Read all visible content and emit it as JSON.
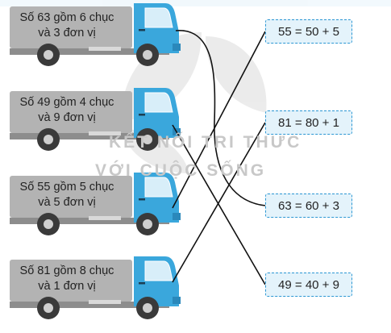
{
  "watermark": {
    "line1": "KẾT NỐI TRI THỨC",
    "line2": "VỚI CUỘC SỐNG"
  },
  "trucks": [
    {
      "line1": "Số 63 gồm 6 chục",
      "line2": "và 3 đơn vị"
    },
    {
      "line1": "Số 49 gồm 4 chục",
      "line2": "và 9 đơn vị"
    },
    {
      "line1": "Số 55 gồm 5 chục",
      "line2": "và 5 đơn vị"
    },
    {
      "line1": "Số 81 gồm 8 chục",
      "line2": "và 1 đơn vị"
    }
  ],
  "equations": [
    "55 = 50 + 5",
    "81 = 80 + 1",
    "63 = 60 + 3",
    "49 = 40 + 9"
  ],
  "matches": [
    {
      "truck": 0,
      "equation": 2
    },
    {
      "truck": 1,
      "equation": 3
    },
    {
      "truck": 2,
      "equation": 0
    },
    {
      "truck": 3,
      "equation": 1
    }
  ],
  "colors": {
    "truck_body": "#b3b3b3",
    "truck_cab": "#3aa7dc",
    "box_fill": "#e4f3fb",
    "box_border": "#2c97d3",
    "line": "#111111"
  }
}
